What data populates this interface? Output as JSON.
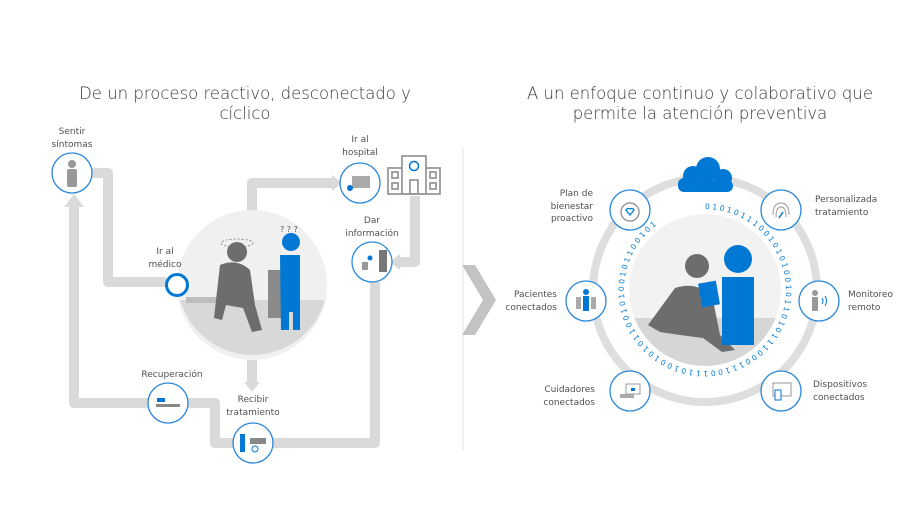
{
  "left": {
    "title_line1": "De un proceso reactivo, desconectado y",
    "title_line2": "cíclico",
    "steps": [
      {
        "l1": "Sentir",
        "l2": "síntomas",
        "icon": "symptom-person-icon"
      },
      {
        "l1": "Ir al",
        "l2": "médico",
        "icon": "doctor-visit-ring-icon"
      },
      {
        "l1": "Ir al",
        "l2": "hospital",
        "icon": "run-to-hospital-icon"
      },
      {
        "l1": "Dar",
        "l2": "información",
        "icon": "waiting-room-icon"
      },
      {
        "l1": "Recibir",
        "l2": "tratamiento",
        "icon": "treatment-icon"
      },
      {
        "l1": "Recuperación",
        "l2": "",
        "icon": "recovery-bed-icon"
      }
    ]
  },
  "right": {
    "title_line1": "A un enfoque continuo y colaborativo que",
    "title_line2": "permite la atención preventiva",
    "binary": "0 1 0 1 0 1 1 1 0 0 1 0 1 0 1 0 0 1 0 1 1 0 1 0 1 1 1 0 0 0 1 1 1 0 0 1 1 1 0 1 0 0 1 0 1 0 1 1 0 0 1 0 1 0 0 1 0 1 1 0 0 1 0 1",
    "items": [
      {
        "l1": "Plan de",
        "l2": "bienestar",
        "l3": "proactivo",
        "icon": "heart-stopwatch-icon"
      },
      {
        "l1": "Personalizada",
        "l2": "tratamiento",
        "icon": "fingerprint-icon"
      },
      {
        "l1": "Pacientes",
        "l2": "conectados",
        "icon": "people-group-icon"
      },
      {
        "l1": "Monitoreo",
        "l2": "remoto",
        "icon": "remote-signal-icon"
      },
      {
        "l1": "Cuidadores",
        "l2": "conectados",
        "icon": "caregiver-laptop-icon"
      },
      {
        "l1": "Dispositivos",
        "l2": "conectados",
        "icon": "devices-icon"
      }
    ]
  },
  "colors": {
    "blue": "#0078d4",
    "gray": "#d9d9d9",
    "dark": "#6d6d6d"
  }
}
